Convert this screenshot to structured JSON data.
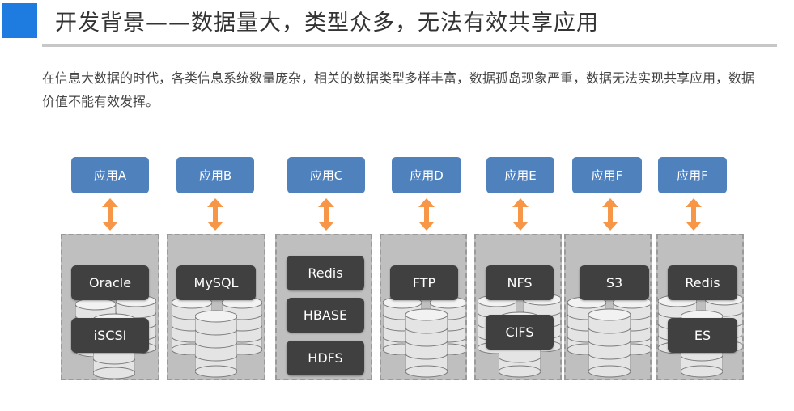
{
  "header": {
    "title": "开发背景——数据量大，类型众多，无法有效共享应用",
    "paragraph": "在信息大数据的时代，各类信息系统数量庞杂，相关的数据类型多样丰富，数据孤岛现象严重，数据无法实现共享应用，数据价值不能有效发挥。"
  },
  "colors": {
    "accent": "#1e7be0",
    "app_box": "#4f81bd",
    "arrow": "#f79646",
    "store_bg": "#bfbfbf",
    "tag_bg": "#404040"
  },
  "columns": [
    {
      "app": "应用A",
      "tags": [
        "Oracle",
        "iSCSI"
      ]
    },
    {
      "app": "应用B",
      "tags": [
        "MySQL"
      ]
    },
    {
      "app": "应用C",
      "tags": [
        "Redis",
        "HBASE",
        "HDFS"
      ]
    },
    {
      "app": "应用D",
      "tags": [
        "FTP"
      ]
    },
    {
      "app": "应用E",
      "tags": [
        "NFS",
        "CIFS"
      ]
    },
    {
      "app": "应用F",
      "tags": [
        "S3"
      ]
    },
    {
      "app": "应用F",
      "tags": [
        "Redis",
        "ES"
      ]
    }
  ]
}
